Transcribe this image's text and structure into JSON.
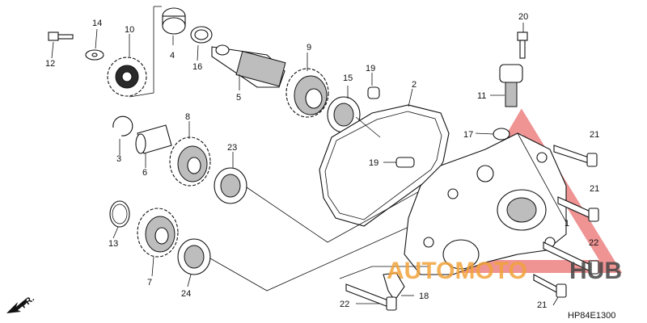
{
  "callouts": [
    {
      "id": "c20",
      "text": "20"
    },
    {
      "id": "c14",
      "text": "14"
    },
    {
      "id": "c10",
      "text": "10"
    },
    {
      "id": "c12",
      "text": "12"
    },
    {
      "id": "c4",
      "text": "4"
    },
    {
      "id": "c16",
      "text": "16"
    },
    {
      "id": "c9",
      "text": "9"
    },
    {
      "id": "c5",
      "text": "5"
    },
    {
      "id": "c19a",
      "text": "19"
    },
    {
      "id": "c15",
      "text": "15"
    },
    {
      "id": "c2",
      "text": "2"
    },
    {
      "id": "c11",
      "text": "11"
    },
    {
      "id": "c8",
      "text": "8"
    },
    {
      "id": "c3",
      "text": "3"
    },
    {
      "id": "c6",
      "text": "6"
    },
    {
      "id": "c23",
      "text": "23"
    },
    {
      "id": "c17",
      "text": "17"
    },
    {
      "id": "c21a",
      "text": "21"
    },
    {
      "id": "c19b",
      "text": "19"
    },
    {
      "id": "c21b",
      "text": "21"
    },
    {
      "id": "c13",
      "text": "13"
    },
    {
      "id": "c1",
      "text": "1"
    },
    {
      "id": "c22a",
      "text": "22"
    },
    {
      "id": "c7",
      "text": "7"
    },
    {
      "id": "c24",
      "text": "24"
    },
    {
      "id": "c18",
      "text": "18"
    },
    {
      "id": "c22b",
      "text": "22"
    },
    {
      "id": "c21c",
      "text": "21"
    }
  ],
  "direction_label": "FR.",
  "diagram_code": "HP84E1300",
  "watermark": {
    "part1": "AUTOMOTO",
    "part2": "HUB",
    "color1": "#f2a33a",
    "color2": "#444444",
    "triangle_color": "#e23a3a"
  }
}
